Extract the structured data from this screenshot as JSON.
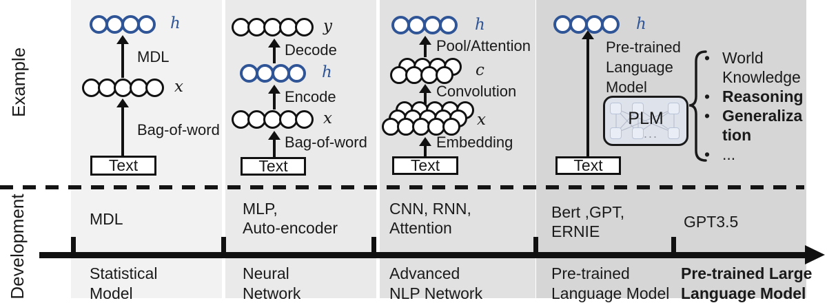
{
  "figure": {
    "example_label": "Example",
    "development_label": "Development"
  },
  "colors": {
    "node_blue": "#2F5597",
    "node_black": "#111111",
    "col_backgrounds": [
      "#f2f2f2",
      "#eaeaea",
      "#e1e1e1",
      "#d6d6d6"
    ],
    "plm_box_fill": "#dde2eb"
  },
  "col1": {
    "h": "h",
    "x": "x",
    "arrow_top_label": "MDL",
    "arrow_bottom_label": "Bag-of-word",
    "text_box": "Text",
    "nodes": {
      "h": {
        "count": 4,
        "color": "blue"
      },
      "x": {
        "count": 5,
        "color": "black"
      }
    }
  },
  "col2": {
    "y": "y",
    "h": "h",
    "x": "x",
    "decode": "Decode",
    "encode": "Encode",
    "bow": "Bag-of-word",
    "text_box": "Text",
    "nodes": {
      "y": {
        "count": 5,
        "color": "black"
      },
      "h": {
        "count": 4,
        "color": "blue"
      },
      "x": {
        "count": 5,
        "color": "black"
      }
    }
  },
  "col3": {
    "h": "h",
    "c": "c",
    "x": "x",
    "pool": "Pool/Attention",
    "conv": "Convolution",
    "embed": "Embedding",
    "text_box": "Text",
    "nodes": {
      "h": {
        "count": 4,
        "color": "blue"
      }
    },
    "clusters": {
      "c": [
        4,
        4
      ],
      "x": [
        5,
        5,
        5
      ]
    }
  },
  "col4": {
    "h": "h",
    "title": "Pre-trained\nLanguage\nModel",
    "plm": "PLM",
    "plm_dots": "...",
    "text_box": "Text",
    "nodes": {
      "h": {
        "count": 4,
        "color": "blue"
      }
    },
    "bullets": [
      {
        "text": "World Knowledge",
        "bold": false
      },
      {
        "text": "Reasoning",
        "bold": true
      },
      {
        "text": "Generaliza tion",
        "bold": true
      },
      {
        "text": "...",
        "bold": false
      }
    ]
  },
  "timeline": {
    "sections": [
      {
        "above": "MDL",
        "below": "Statistical\nModel",
        "bold": false
      },
      {
        "above": "MLP,\nAuto-encoder",
        "below": "Neural\nNetwork",
        "bold": false
      },
      {
        "above": "CNN, RNN,\nAttention",
        "below": "Advanced\nNLP Network",
        "bold": false
      },
      {
        "above": "Bert ,GPT,\nERNIE",
        "below": "Pre-trained\nLanguage Model",
        "bold": false
      },
      {
        "above": "GPT3.5",
        "below": "Pre-trained Large\nLanguage Model",
        "bold": true
      }
    ]
  }
}
